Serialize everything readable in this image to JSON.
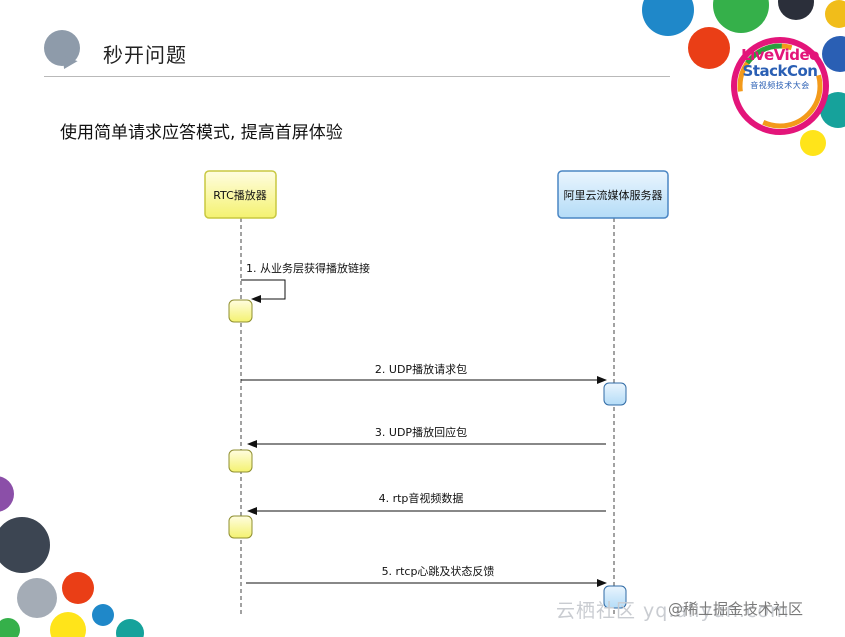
{
  "page_title": "秒开问题",
  "subtitle": "使用简单请求应答模式, 提高首屏体验",
  "logo": {
    "line1": "LiveVideo",
    "line2": "StackCon",
    "line3": "音视频技术大会"
  },
  "watermark": {
    "primary": "云栖社区 yq.aliyun.com",
    "secondary": "@稀土掘金技术社区"
  },
  "actors": {
    "client": "RTC播放器",
    "server": "阿里云流媒体服务器"
  },
  "messages": [
    {
      "label": "1. 从业务层获得播放链接",
      "from": "client",
      "to": "client"
    },
    {
      "label": "2. UDP播放请求包",
      "from": "client",
      "to": "server"
    },
    {
      "label": "3. UDP播放回应包",
      "from": "server",
      "to": "client"
    },
    {
      "label": "4. rtp音视频数据",
      "from": "server",
      "to": "client"
    },
    {
      "label": "5. rtcp心跳及状态反馈",
      "from": "client",
      "to": "server"
    }
  ],
  "colors": {
    "client_fill": "#ffff99",
    "client_stroke": "#c8c840",
    "server_fill": "#cfe8fb",
    "server_stroke": "#4a86c4",
    "arrow": "#111111",
    "title_dot": "#8e9baa"
  }
}
